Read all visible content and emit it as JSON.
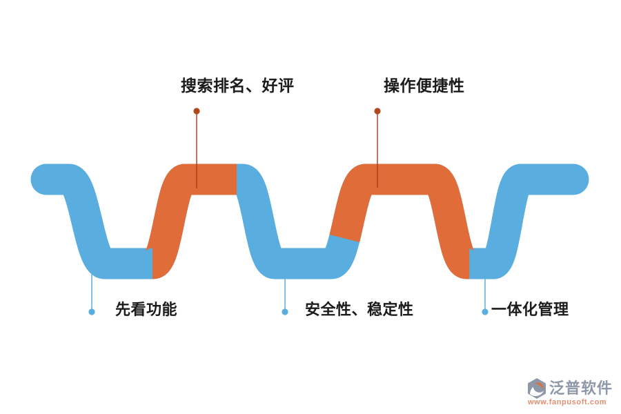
{
  "diagram": {
    "top_labels": [
      {
        "text": "搜索排名、好评"
      },
      {
        "text": "操作便捷性"
      }
    ],
    "bottom_labels": [
      {
        "text": "先看功能"
      },
      {
        "text": "安全性、稳定性"
      },
      {
        "text": "一体化管理"
      }
    ]
  },
  "colors": {
    "wave_blue": "#5aaedf",
    "wave_orange": "#e06c3a",
    "top_marker_line": "#a63e16",
    "top_marker_dot": "#b2461c",
    "bottom_marker": "#5aaedf",
    "label_text": "#1b1b1b",
    "logo_gray": "#8f98a9",
    "logo_url_orange": "#e09070",
    "logo_icon_orange": "#d0764a",
    "background": "#ffffff"
  },
  "logo": {
    "name": "泛普软件",
    "url": "www.fanpusoft.com"
  }
}
